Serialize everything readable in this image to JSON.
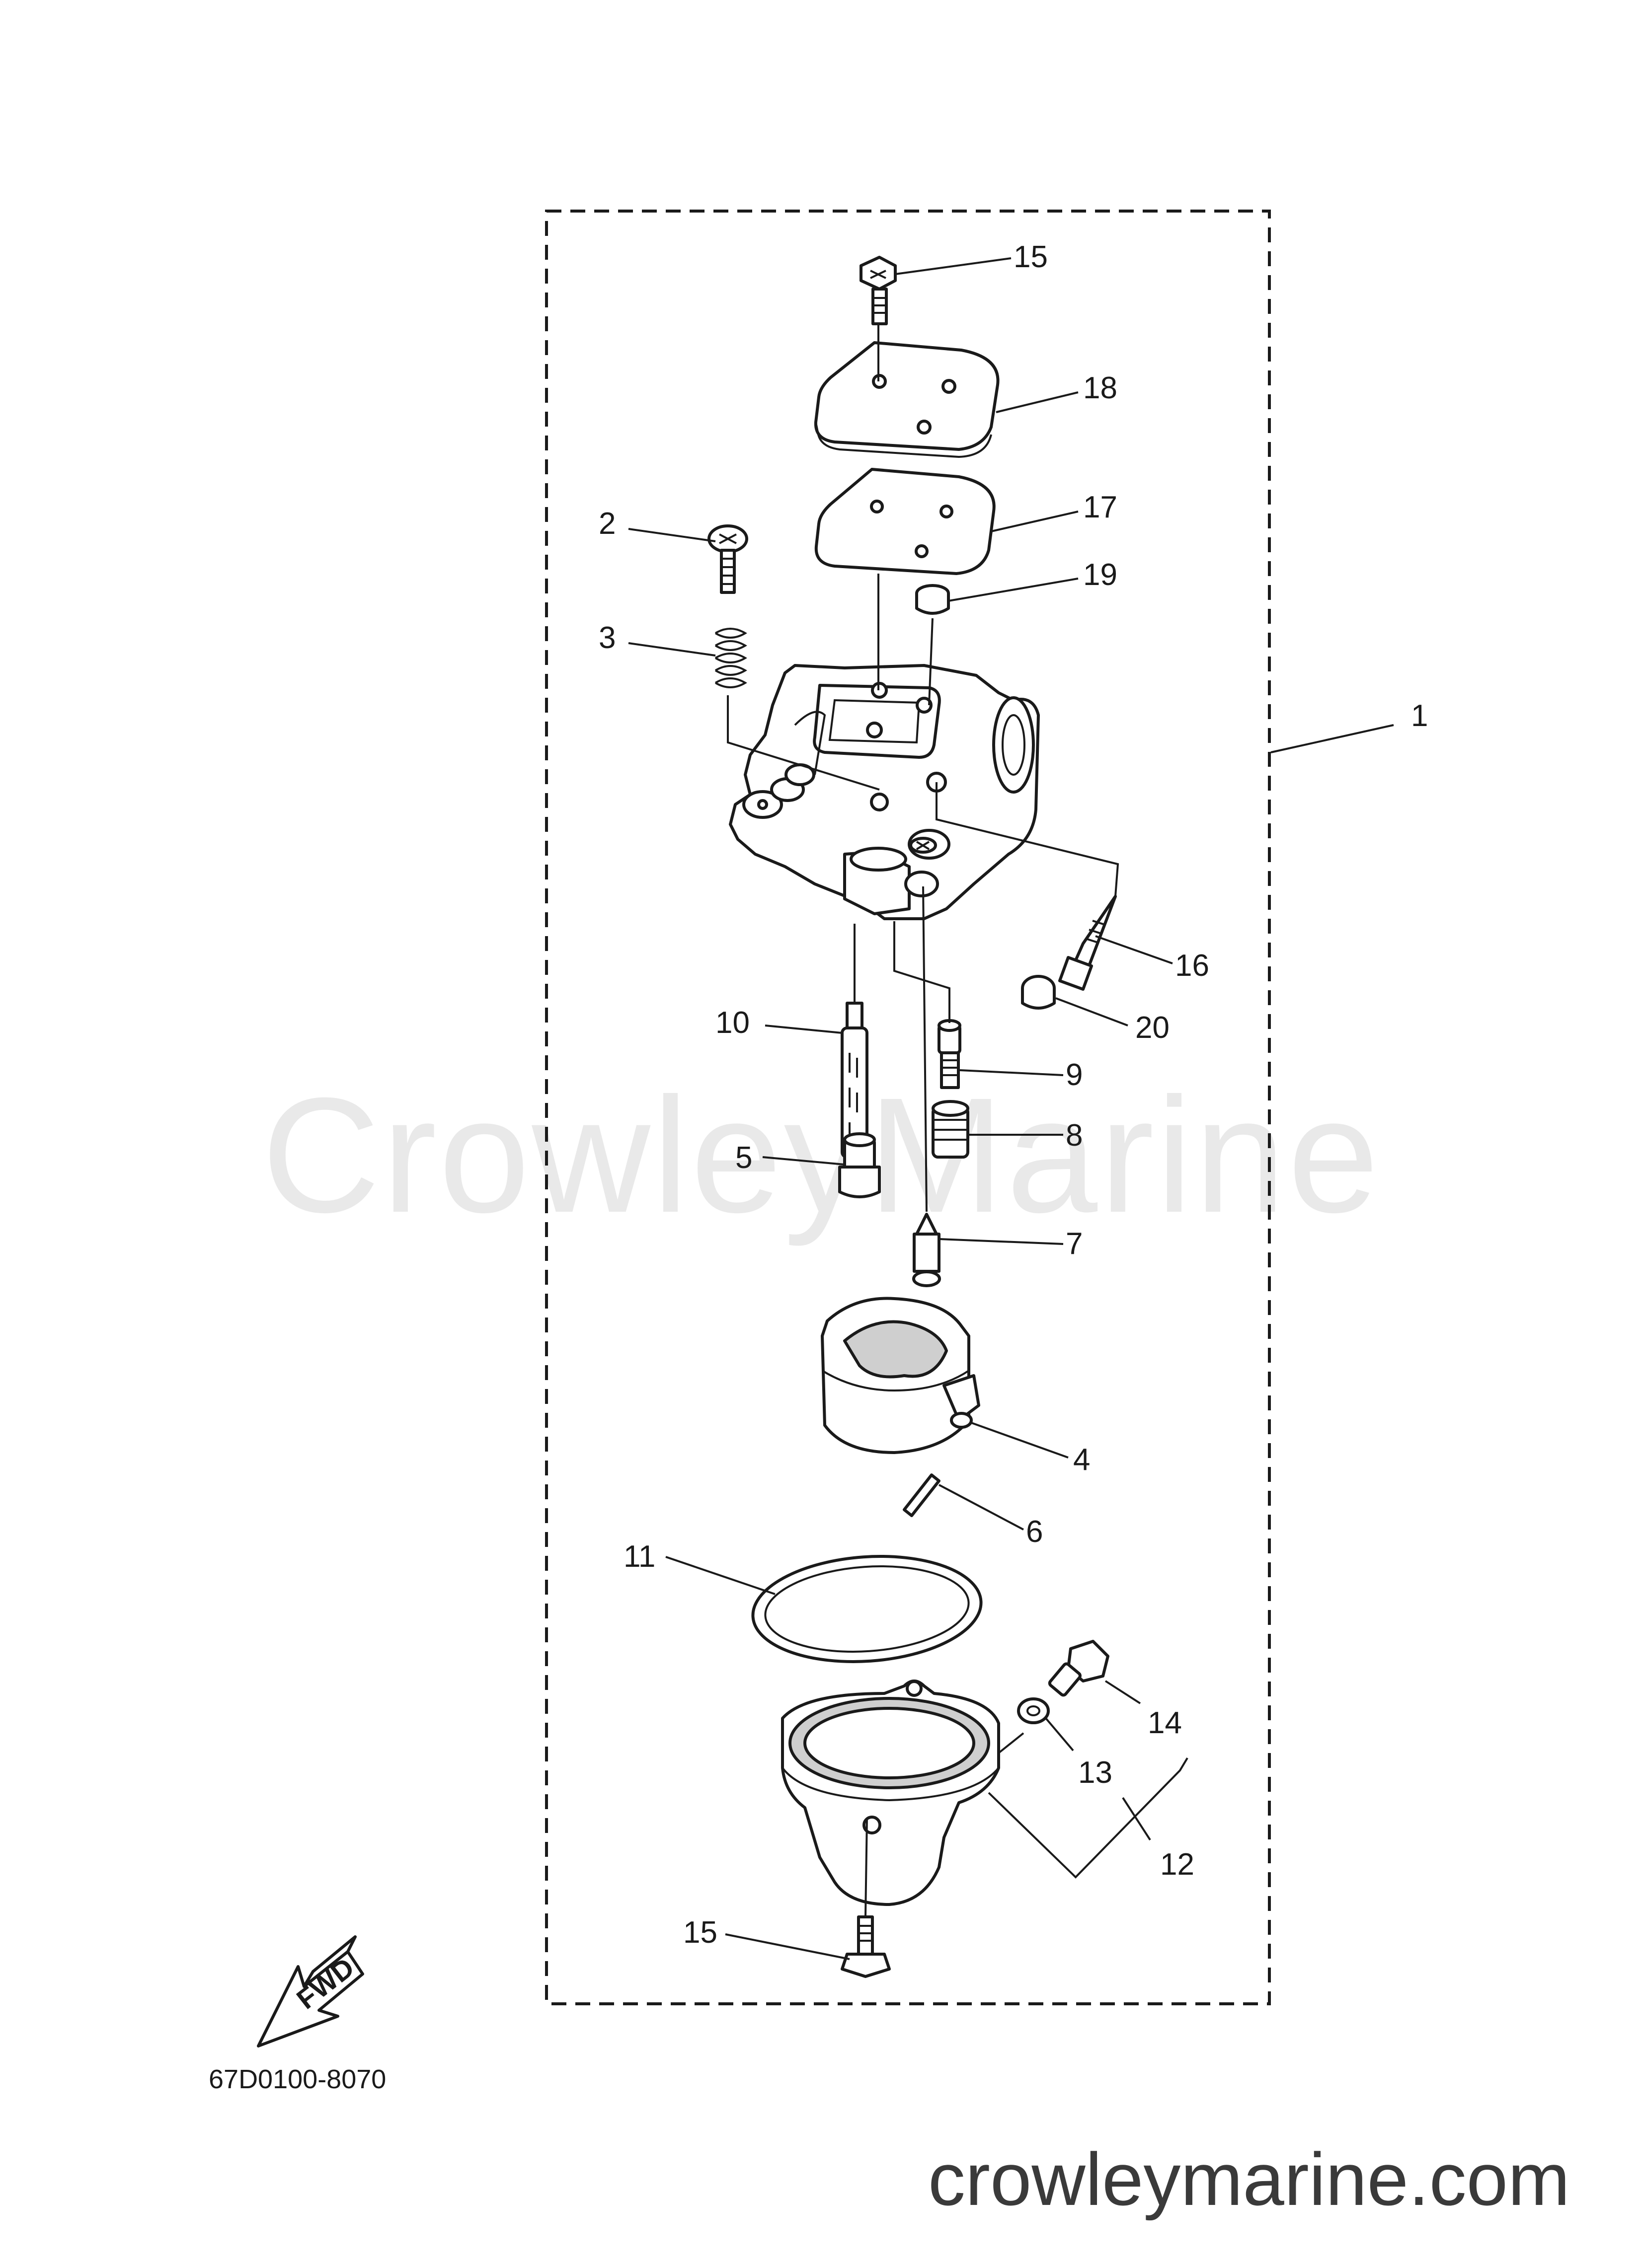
{
  "diagram": {
    "callouts": {
      "c1": "1",
      "c2": "2",
      "c3": "3",
      "c4": "4",
      "c5": "5",
      "c6": "6",
      "c7": "7",
      "c8": "8",
      "c9": "9",
      "c10": "10",
      "c11": "11",
      "c12": "12",
      "c13": "13",
      "c14": "14",
      "c15_top": "15",
      "c15_bottom": "15",
      "c16": "16",
      "c17": "17",
      "c18": "18",
      "c19": "19",
      "c20": "20"
    },
    "direction_label": "FWD",
    "diagram_code": "67D0100-8070"
  },
  "watermark": "CrowleyMarine",
  "site": "crowleymarine.com"
}
